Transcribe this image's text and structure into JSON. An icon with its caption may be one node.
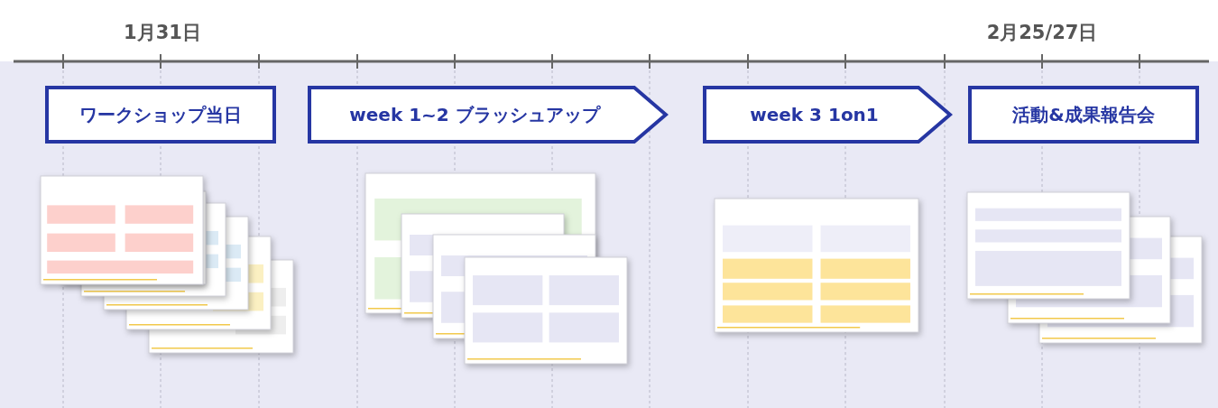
{
  "diagram": {
    "nodes": [
      {
        "text": [
          "ワークショップ当日"
        ]
      },
      {
        "text": [
          "week 1~2 ブラッシュアップ"
        ]
      },
      {
        "text": [
          "week 3 1on1"
        ]
      },
      {
        "text": [
          "活動&成果報告会"
        ]
      }
    ],
    "labels": [
      "1月31日",
      "2月25/27日"
    ]
  }
}
